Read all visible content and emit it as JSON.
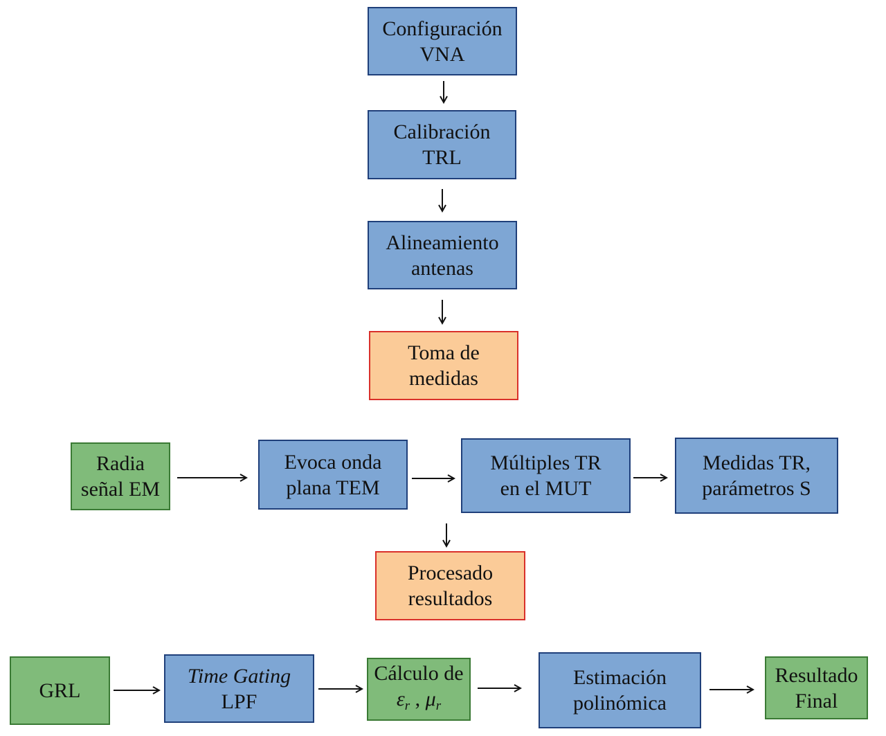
{
  "colors": {
    "blue_fill": "#7ea6d4",
    "blue_border": "#1f3f7a",
    "orange_fill": "#fbcb98",
    "orange_border": "#d9302a",
    "green_fill": "#80bb7a",
    "green_border": "#3a7a34",
    "arrow": "#111111"
  },
  "setup": {
    "vna_config": {
      "line1": "Configuración",
      "line2": "VNA"
    },
    "trl_calibration": {
      "line1": "Calibración",
      "line2": "TRL"
    },
    "antenna_alignment": {
      "line1": "Alineamiento",
      "line2": "antenas"
    },
    "measurements": {
      "line1": "Toma de",
      "line2": "medidas"
    }
  },
  "measurement": {
    "radiate": {
      "line1": "Radia",
      "line2": "señal EM"
    },
    "plane_wave": {
      "line1": "Evoca onda",
      "line2": "plana TEM"
    },
    "multiple_tr": {
      "line1": "Múltiples TR",
      "line2": "en el MUT"
    },
    "tr_measures": {
      "line1": "Medidas TR,",
      "line2": "parámetros S"
    }
  },
  "processing": {
    "line1": "Procesado",
    "line2": "resultados"
  },
  "pipeline": {
    "grl": {
      "label": "GRL"
    },
    "time_gating": {
      "line1": "Time Gating",
      "line2": "LPF"
    },
    "calc": {
      "line1": "Cálculo de",
      "eps": "ε",
      "eps_sub": "r",
      "sep": " ,",
      "mu": "μ",
      "mu_sub": "r"
    },
    "poly": {
      "line1": "Estimación",
      "line2": "polinómica"
    },
    "final": {
      "line1": "Resultado",
      "line2": "Final"
    }
  }
}
